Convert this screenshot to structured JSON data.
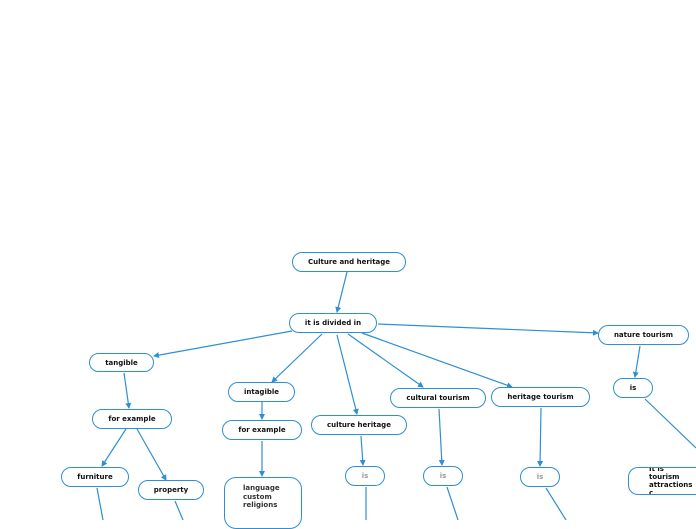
{
  "nodes": {
    "root": "Culture and heritage",
    "divided": "it is divided in",
    "tangible": "tangible",
    "tangible_example": "for example",
    "furniture": "furniture",
    "property": "property",
    "intagible": "intagible",
    "intagible_example": "for example",
    "intagible_list": [
      "language",
      "custom",
      "religions"
    ],
    "culture_heritage": "culture heritage",
    "culture_heritage_is": "is",
    "cultural_tourism": "cultural tourism",
    "cultural_tourism_is": "is",
    "heritage_tourism": "heritage tourism",
    "heritage_tourism_is": "is",
    "nature_tourism": "nature tourism",
    "nature_tourism_is": "is",
    "nature_desc": "It is tourism attractions c"
  },
  "colors": {
    "edge": "#2e8fd3",
    "text": "#111111",
    "muted_text": "#9a9a9a"
  }
}
